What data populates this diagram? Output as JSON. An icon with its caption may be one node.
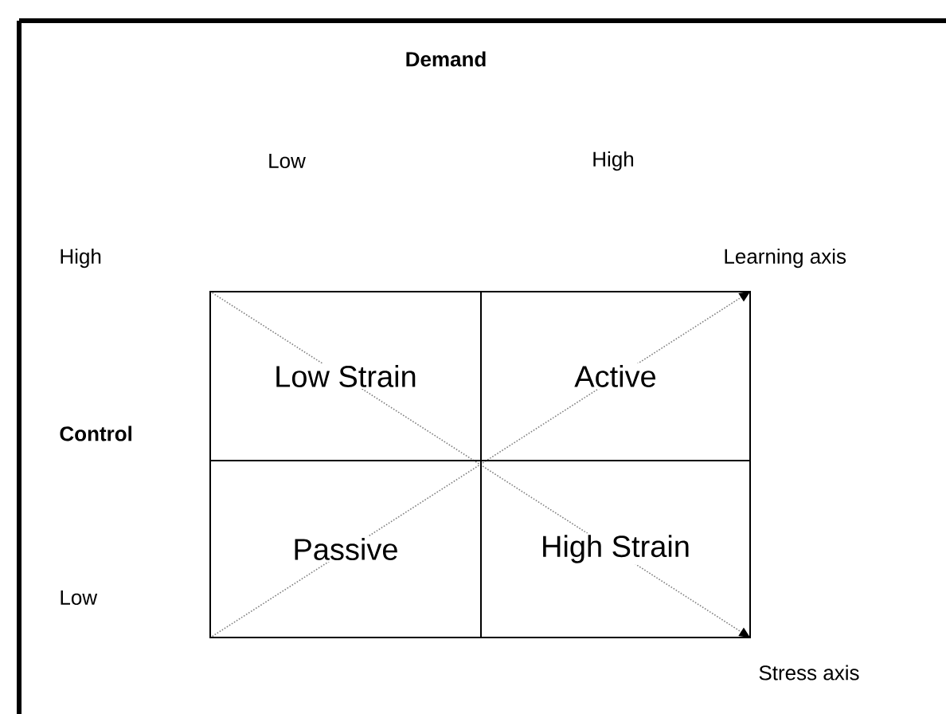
{
  "diagram": {
    "nodes": [
      {
        "text": [
          "Low Strain"
        ]
      },
      {
        "text": [
          "Active"
        ]
      },
      {
        "text": [
          "Passive"
        ]
      },
      {
        "text": [
          "High Strain"
        ]
      }
    ],
    "edges": [
      {
        "from": 2,
        "to": 1,
        "arrow": "to",
        "style": "dashed",
        "color": "#808080"
      },
      {
        "from": 0,
        "to": 3,
        "arrow": "to",
        "style": "dashed",
        "color": "#808080"
      }
    ],
    "labels": [
      "Demand",
      "Low",
      "High",
      "High",
      "Learning axis",
      "Control",
      "Low",
      "Stress axis"
    ]
  }
}
